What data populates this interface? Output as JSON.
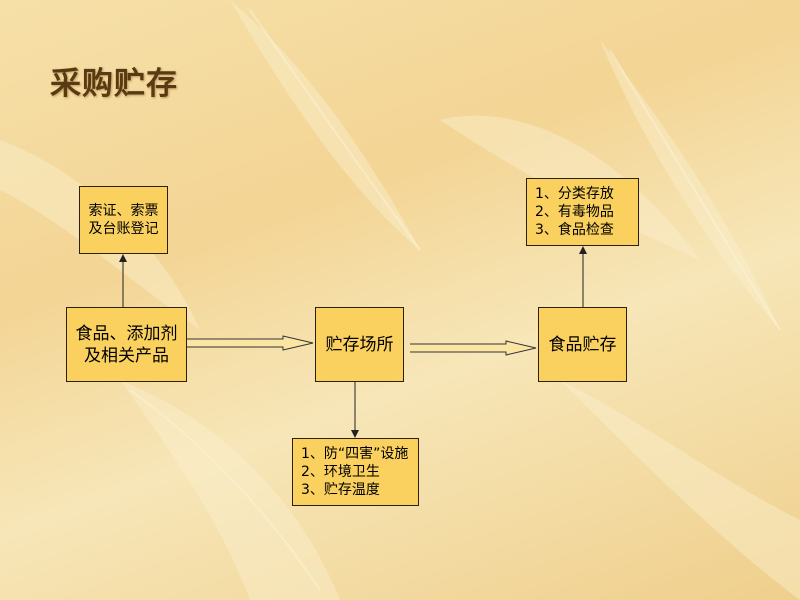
{
  "slide": {
    "title": "采购贮存"
  },
  "nodes": {
    "source": {
      "lines": [
        "食品、添加剂",
        "及相关产品"
      ]
    },
    "certificate": {
      "lines": [
        "索证、索票",
        "及台账登记"
      ]
    },
    "storage_place": {
      "lines": [
        "贮存场所"
      ]
    },
    "storage_requirements": {
      "lines": [
        "1、防“四害”设施",
        "2、环境卫生",
        "3、贮存温度"
      ]
    },
    "food_storage": {
      "lines": [
        "食品贮存"
      ]
    },
    "storage_methods": {
      "lines": [
        "1、分类存放",
        "2、有毒物品",
        "3、食品检查"
      ]
    }
  },
  "colors": {
    "box_fill": "#fad15e",
    "title": "#5a3a12"
  }
}
